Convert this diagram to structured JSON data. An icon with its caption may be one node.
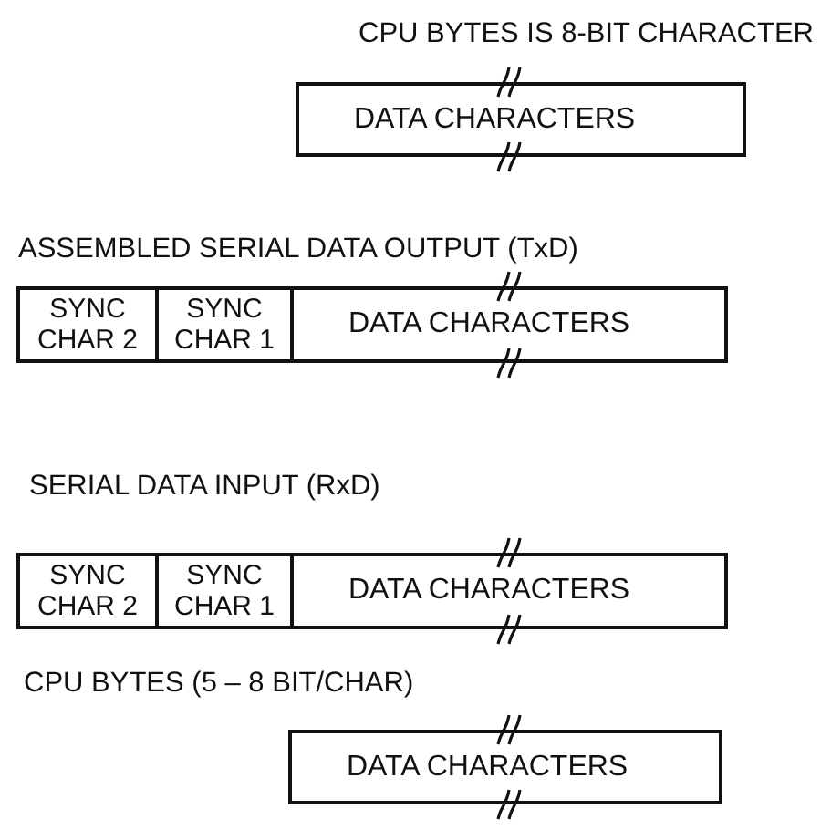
{
  "diagram": {
    "nodes": [
      {
        "text": [
          "DATA CHARACTERS"
        ]
      },
      {
        "text": [
          "SYNC CHAR 2"
        ]
      },
      {
        "text": [
          "SYNC CHAR 1"
        ]
      },
      {
        "text": [
          "DATA CHARACTERS"
        ]
      },
      {
        "text": [
          "SYNC CHAR 2"
        ]
      },
      {
        "text": [
          "SYNC CHAR 1"
        ]
      },
      {
        "text": [
          "DATA CHARACTERS"
        ]
      },
      {
        "text": [
          "DATA CHARACTERS"
        ]
      }
    ],
    "labels": [
      "CPU BYTES IS 8-BIT CHARACTER",
      "ASSEMBLED SERIAL DATA OUTPUT (TxD)",
      "SERIAL DATA INPUT  (RxD)",
      "CPU BYTES (5 – 8 BIT/CHAR)"
    ]
  }
}
